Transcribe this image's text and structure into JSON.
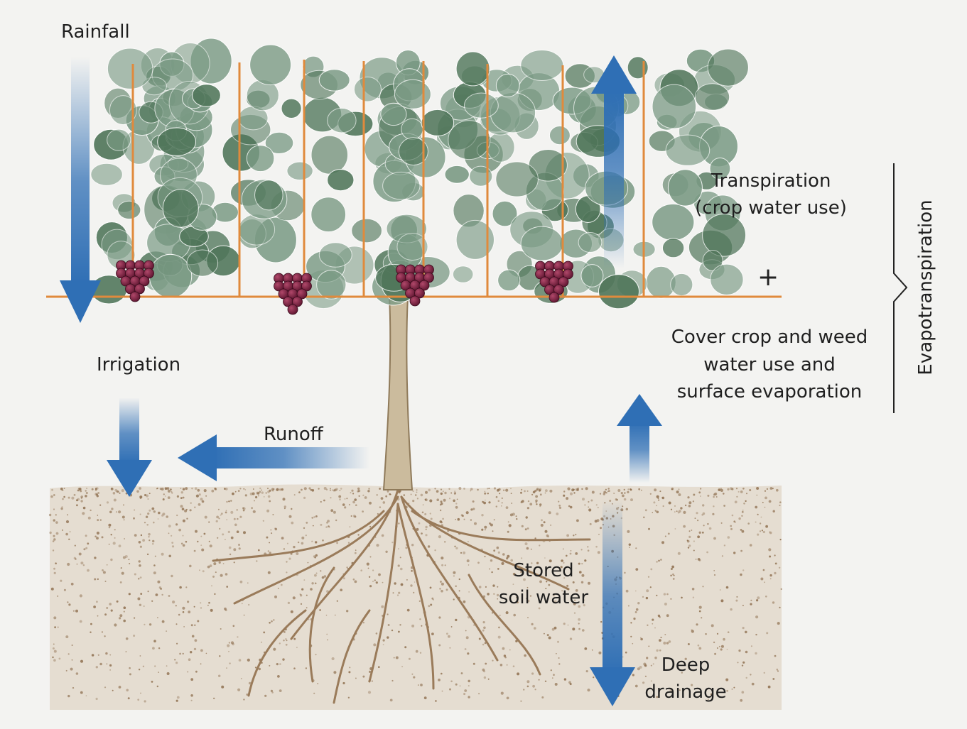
{
  "labels": {
    "rainfall": "Rainfall",
    "transpiration_line1": "Transpiration",
    "transpiration_line2": "(crop water use)",
    "plus": "+",
    "cover_line1": "Cover crop and weed",
    "cover_line2": "water use and",
    "cover_line3": "surface evaporation",
    "evapotranspiration": "Evapotranspiration",
    "irrigation": "Irrigation",
    "runoff": "Runoff",
    "stored_line1": "Stored",
    "stored_line2": "soil water",
    "deep_line1": "Deep",
    "deep_line2": "drainage"
  },
  "colors": {
    "arrow": "#2f6fb5",
    "leaf": "#7a9a84",
    "leaf_dark": "#4f7559",
    "grape": "#7a1f3d",
    "trellis": "#e08a3c",
    "soil": "#8b6b4a",
    "trunk": "#c9b89a"
  }
}
